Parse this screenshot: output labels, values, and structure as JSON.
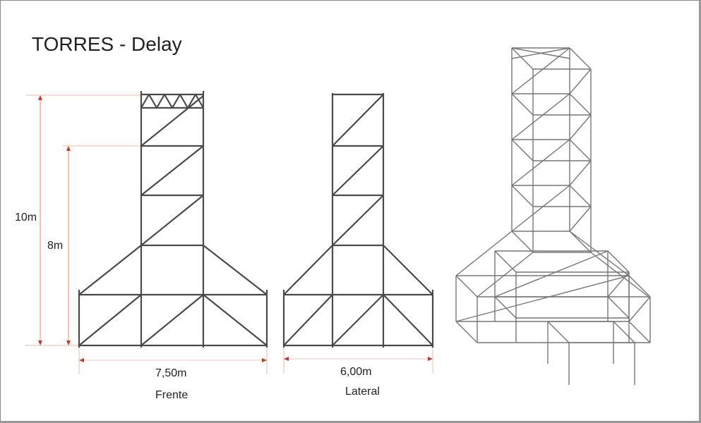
{
  "title": "TORRES - Delay",
  "dimensions": {
    "height_total": "10m",
    "height_deck": "8m",
    "width_front": "7,50m",
    "width_side": "6,00m"
  },
  "views": {
    "front": "Frente",
    "side": "Lateral"
  },
  "colors": {
    "structure": "#4a4a4a",
    "dimension": "#e8643c",
    "dimension_ext": "#f3b9a3"
  }
}
